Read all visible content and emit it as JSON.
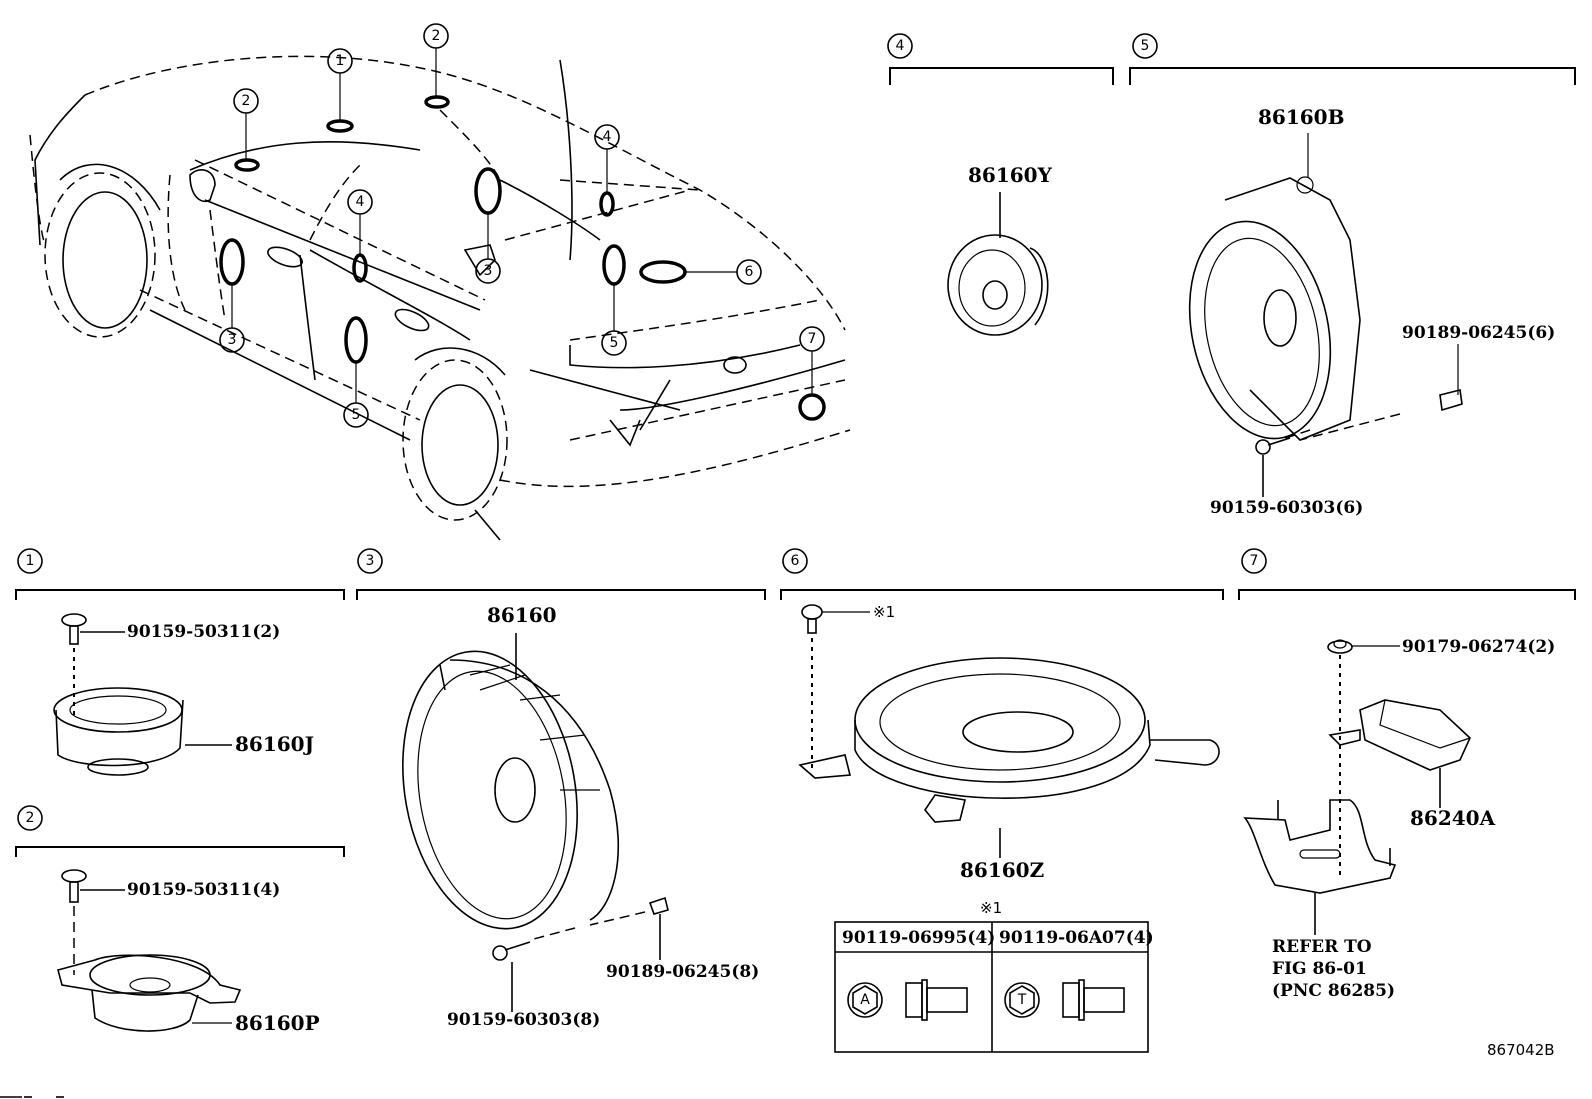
{
  "figure": {
    "figure_id": "867042B",
    "subject": "Speaker / audio component locations"
  },
  "overview_callouts": [
    {
      "num": "1"
    },
    {
      "num": "2"
    },
    {
      "num": "2"
    },
    {
      "num": "3"
    },
    {
      "num": "3"
    },
    {
      "num": "4"
    },
    {
      "num": "4"
    },
    {
      "num": "5"
    },
    {
      "num": "5"
    },
    {
      "num": "6"
    },
    {
      "num": "7"
    }
  ],
  "groups": [
    {
      "num": "1",
      "parts": [
        {
          "label": "90159-50311(2)"
        },
        {
          "label": "86160J"
        }
      ]
    },
    {
      "num": "2",
      "parts": [
        {
          "label": "90159-50311(4)"
        },
        {
          "label": "86160P"
        }
      ]
    },
    {
      "num": "3",
      "parts": [
        {
          "label": "86160"
        },
        {
          "label": "90189-06245(8)"
        },
        {
          "label": "90159-60303(8)"
        }
      ]
    },
    {
      "num": "4",
      "parts": [
        {
          "label": "86160Y"
        }
      ]
    },
    {
      "num": "5",
      "parts": [
        {
          "label": "86160B"
        },
        {
          "label": "90189-06245(6)"
        },
        {
          "label": "90159-60303(6)"
        }
      ]
    },
    {
      "num": "6",
      "parts": [
        {
          "label": "※1"
        },
        {
          "label": "86160Z"
        }
      ]
    },
    {
      "num": "7",
      "parts": [
        {
          "label": "90179-06274(2)"
        },
        {
          "label": "86240A"
        }
      ]
    }
  ],
  "bolt_table": {
    "title": "※1",
    "columns": [
      {
        "part": "90119-06995(4)",
        "mark": "A"
      },
      {
        "part": "90119-06A07(4)",
        "mark": "T"
      }
    ]
  },
  "refer_note": {
    "lines": [
      "REFER TO",
      "FIG 86-01",
      "(PNC 86285)"
    ]
  }
}
